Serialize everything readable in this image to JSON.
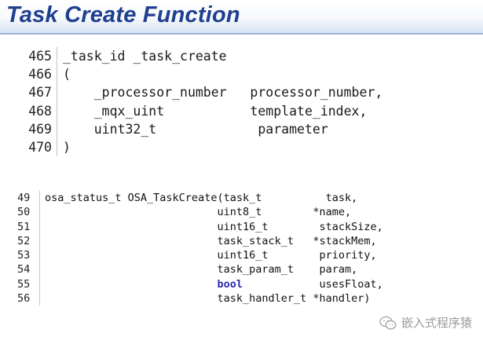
{
  "title": "Task Create Function",
  "code_block_1": {
    "lines": [
      {
        "num": "465",
        "text": "_task_id _task_create"
      },
      {
        "num": "466",
        "text": "("
      },
      {
        "num": "467",
        "text": "    _processor_number   processor_number,"
      },
      {
        "num": "468",
        "text": "    _mqx_uint           template_index,"
      },
      {
        "num": "469",
        "text": "    uint32_t             parameter"
      },
      {
        "num": "470",
        "text": ")"
      }
    ]
  },
  "code_block_2": {
    "lines": [
      {
        "num": "49",
        "pre": "osa_status_t OSA_TaskCreate(task_t          task,",
        "kw": "",
        "post": ""
      },
      {
        "num": "50",
        "pre": "                           uint8_t        *name,",
        "kw": "",
        "post": ""
      },
      {
        "num": "51",
        "pre": "                           uint16_t        stackSize,",
        "kw": "",
        "post": ""
      },
      {
        "num": "52",
        "pre": "                           task_stack_t   *stackMem,",
        "kw": "",
        "post": ""
      },
      {
        "num": "53",
        "pre": "                           uint16_t        priority,",
        "kw": "",
        "post": ""
      },
      {
        "num": "54",
        "pre": "                           task_param_t    param,",
        "kw": "",
        "post": ""
      },
      {
        "num": "55",
        "pre": "                           ",
        "kw": "bool",
        "post": "            usesFloat,"
      },
      {
        "num": "56",
        "pre": "                           task_handler_t *handler)",
        "kw": "",
        "post": ""
      }
    ]
  },
  "watermark": {
    "text": "嵌入式程序猿",
    "icon": "wechat-icon"
  }
}
